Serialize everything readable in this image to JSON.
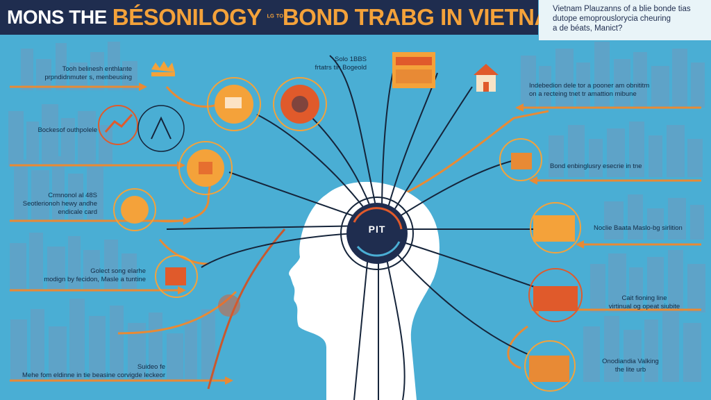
{
  "title": {
    "part1": "MONS THE",
    "part2": "BÉSONILOGY",
    "part3": "ᴸᴳ ᵀᴼ",
    "part4": "BOND TRABG IN VIETNAM"
  },
  "intro": {
    "line1": "Vietnam Plauzanns of a blie bonde tias",
    "line2": "dutope emoprouslorycia cheuring",
    "line3": "a de béats, Manict?"
  },
  "hub": {
    "label": "PIT"
  },
  "left_labels": [
    {
      "lines": [
        "Tooh belinesh enthlante",
        "prpndidnmuter s, menbeusing"
      ]
    },
    {
      "lines": [
        "Bockesof outhpolele"
      ]
    },
    {
      "lines": [
        "Crmnonol al 48S",
        "Seotlerionoh hewy andhe",
        "endicale card"
      ]
    },
    {
      "lines": [
        "Golect song elarhe",
        "modign by fecidon, Masle a tuntine"
      ]
    },
    {
      "lines": [
        "Suideo fe",
        "Mehe fom eldinne in tie beasine corvigde leckeor"
      ]
    }
  ],
  "top_label": {
    "lines": [
      "Solo 1BBS",
      "frtatrs tin Bogeold"
    ]
  },
  "right_labels": [
    {
      "lines": [
        "Indebedion dele tor a pooner am obnititm",
        "on a recteing tnet tr amattion mibune"
      ]
    },
    {
      "lines": [
        "Bond enbinglusry esecrie in tne"
      ]
    },
    {
      "lines": [
        "Noclie Baata Maslo-bg sirlition"
      ]
    },
    {
      "lines": [
        "Cait fioning line",
        "virtinual og opeat siubite"
      ]
    },
    {
      "lines": [
        "Onodiandia Valking",
        "the lite urb"
      ]
    }
  ],
  "colors": {
    "background": "#4aaed4",
    "title_bar": "#1f2d4f",
    "accent_orange": "#f4a23a",
    "accent_red": "#e05a2b",
    "line_dark": "#15243a",
    "city": "#6f9bc0"
  },
  "icons": [
    "crown-icon",
    "business-chart-icon",
    "coin-stack-icon",
    "building-sign-icon",
    "house-icon",
    "chart-growth-icon",
    "tools-icon",
    "satellite-icon",
    "calculator-icon",
    "tablet-icon",
    "fire-shield-icon",
    "document-icon",
    "wallet-icon",
    "market-stall-icon",
    "portfolio-icon",
    "bag-icon",
    "book-icon"
  ]
}
